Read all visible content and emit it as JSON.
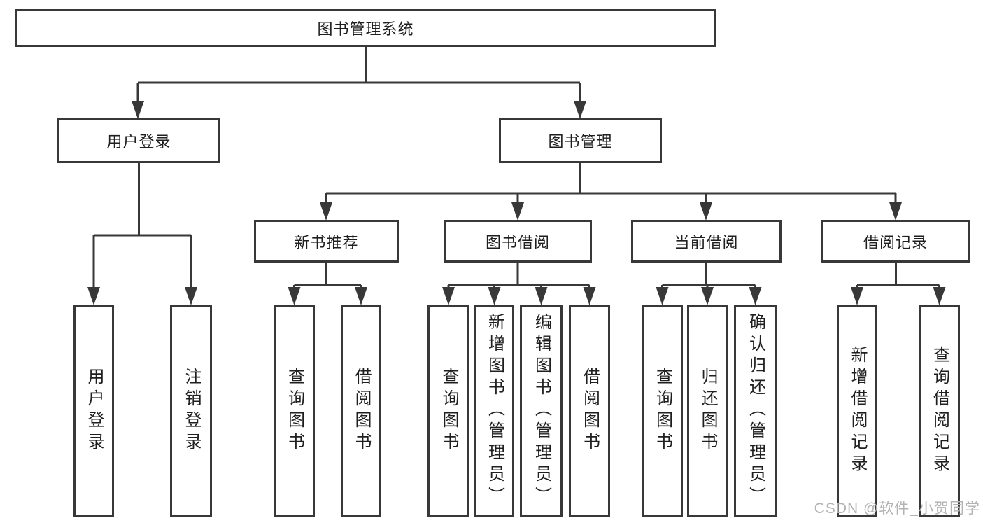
{
  "tree": {
    "root": {
      "label": "图书管理系统"
    },
    "branches": [
      {
        "label": "用户登录",
        "children": [
          {
            "label": "用户登录"
          },
          {
            "label": "注销登录"
          }
        ]
      },
      {
        "label": "图书管理",
        "children": [
          {
            "label": "新书推荐",
            "children": [
              {
                "label": "查询图书"
              },
              {
                "label": "借阅图书"
              }
            ]
          },
          {
            "label": "图书借阅",
            "children": [
              {
                "label": "查询图书"
              },
              {
                "label": "新增图书（管理员）"
              },
              {
                "label": "编辑图书（管理员）"
              },
              {
                "label": "借阅图书"
              }
            ]
          },
          {
            "label": "当前借阅",
            "children": [
              {
                "label": "查询图书"
              },
              {
                "label": "归还图书"
              },
              {
                "label": "确认归还（管理员）"
              }
            ]
          },
          {
            "label": "借阅记录",
            "children": [
              {
                "label": "新增借阅记录"
              },
              {
                "label": "查询借阅记录"
              }
            ]
          }
        ]
      }
    ]
  },
  "watermark": "CSDN @软件_小贺同学",
  "colors": {
    "line": "#383838",
    "border": "#383838",
    "text": "#1f1f1f",
    "watermark": "#b3b3b3",
    "background": "#ffffff"
  }
}
